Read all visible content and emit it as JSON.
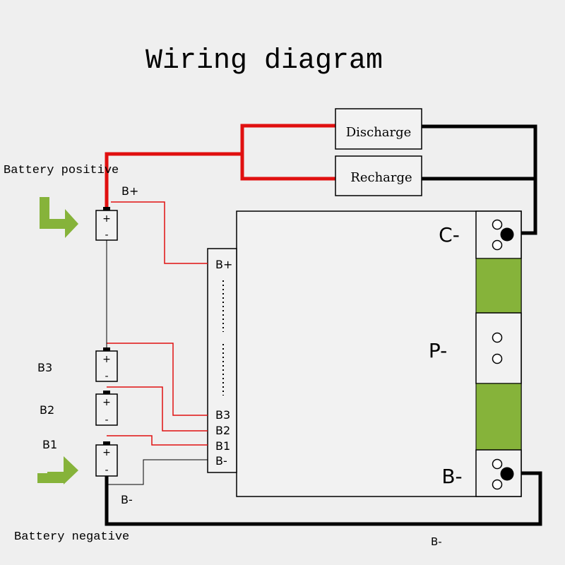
{
  "title": "Wiring diagram",
  "boxes": {
    "discharge": "Discharge",
    "recharge": "Recharge"
  },
  "labels": {
    "battery_positive": "Battery positive",
    "battery_negative": "Battery negative",
    "b_plus_top": "B+",
    "b3": "B3",
    "b2": "B2",
    "b1": "B1",
    "b_minus_lead": "B-",
    "b_minus_bottom": "B-"
  },
  "bms": {
    "connector_pins": [
      "B+",
      "B3",
      "B2",
      "B1",
      "B-"
    ],
    "port_c": "C-",
    "port_p": "P-",
    "port_b": "B-"
  },
  "cell_symbols": {
    "plus": "+",
    "minus": "-"
  },
  "colors": {
    "red_wire": "#e01010",
    "black_wire": "#000000",
    "green_block": "#86b33a",
    "arrow_green": "#86b33a"
  }
}
